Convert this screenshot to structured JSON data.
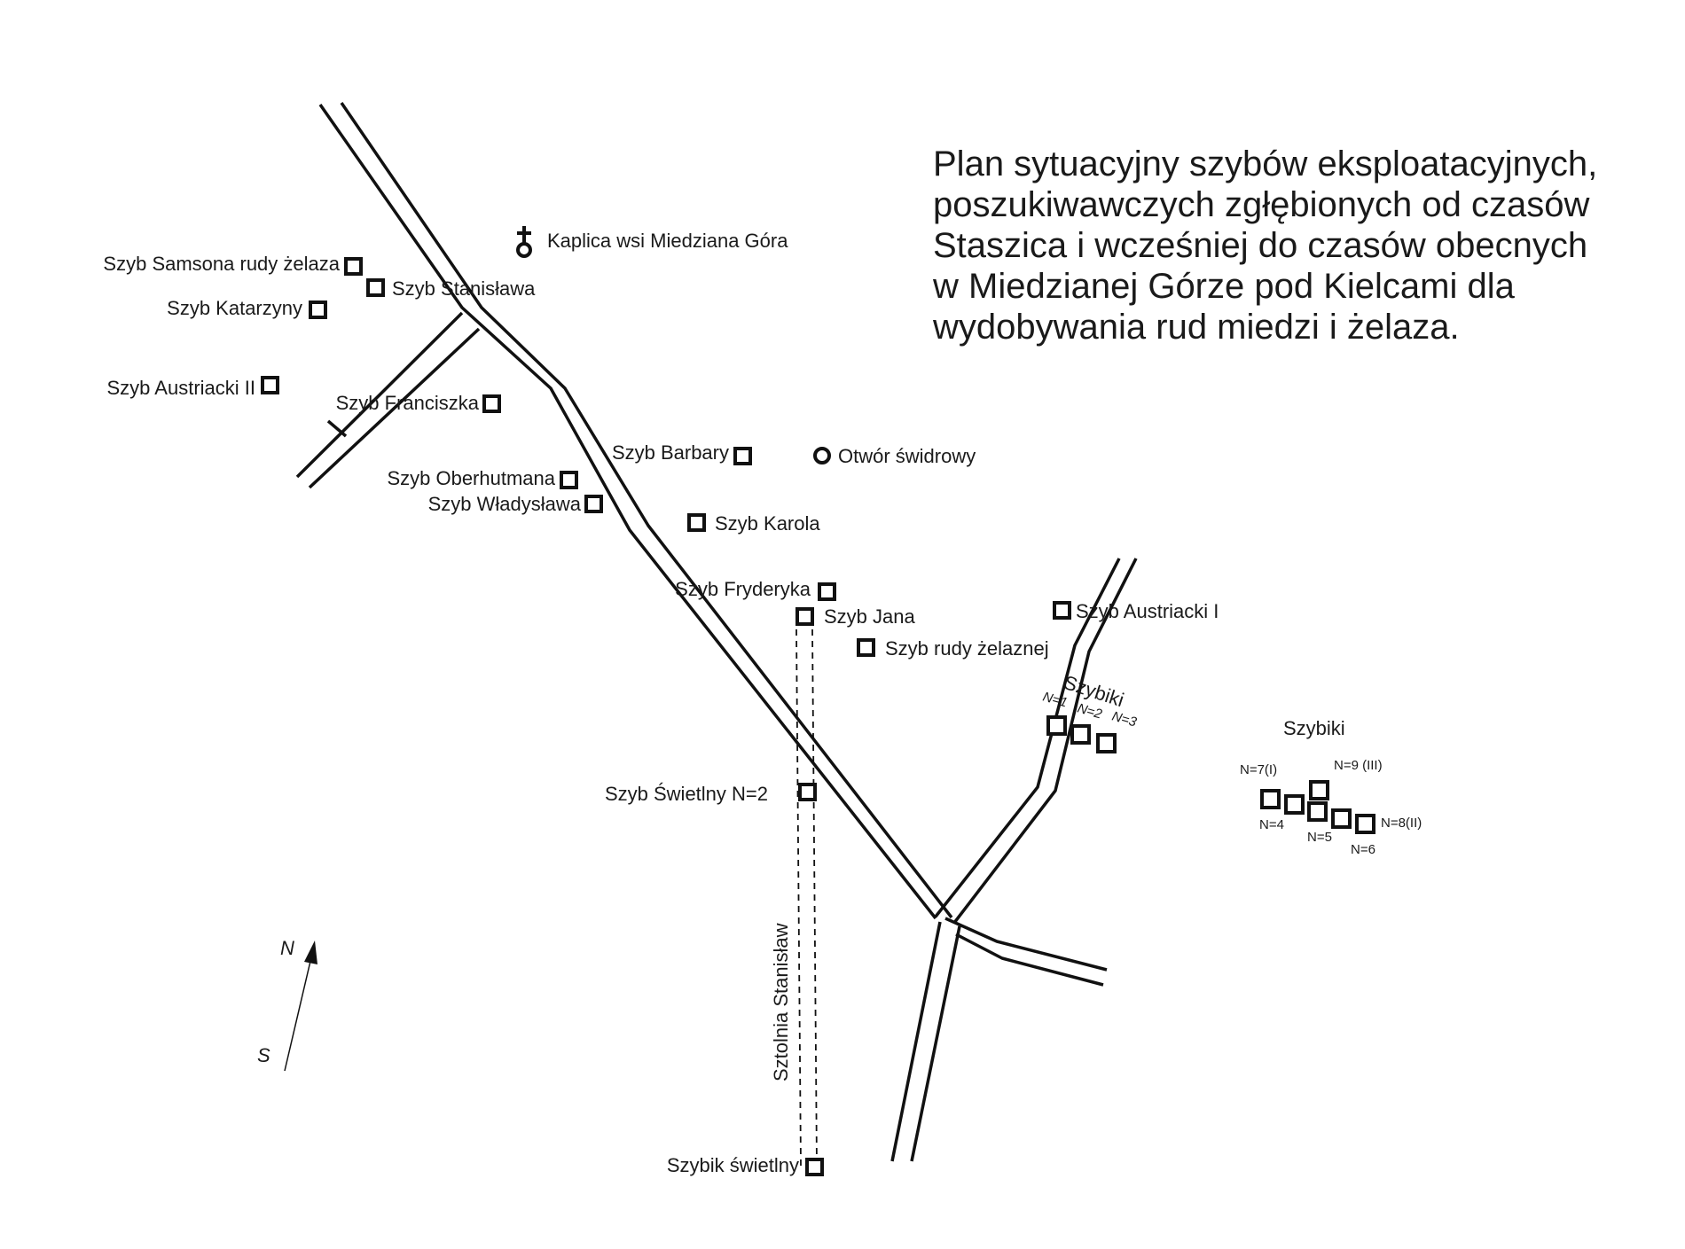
{
  "title": {
    "lines": [
      "Plan sytuacyjny szybów eksploatacyjnych,",
      "poszukiwawczych zgłębionych od czasów",
      "Staszica i wcześniej  do czasów obecnych",
      "w Miedzianej Górze pod Kielcami dla",
      "wydobywania rud miedzi i żelaza."
    ]
  },
  "chapel": {
    "label": "Kaplica wsi Miedziana Góra",
    "icon": "chapel-cross-icon"
  },
  "borehole": {
    "label": "Otwór świdrowy",
    "icon": "borehole-circle-icon"
  },
  "shafts": {
    "samsona": "Szyb Samsona rudy żelaza",
    "stanislawa": "Szyb Stanisława",
    "katarzyny": "Szyb Katarzyny",
    "austriacki_2": "Szyb Austriacki II",
    "franciszka": "Szyb Franciszka",
    "barbary": "Szyb Barbary",
    "oberhutmana": "Szyb Oberhutmana",
    "wladyslawa": "Szyb Władysława",
    "karola": "Szyb Karola",
    "fryderyka": "Szyb Fryderyka",
    "jana": "Szyb Jana",
    "rudy_zelaznej": "Szyb rudy żelaznej",
    "austriacki_1": "Szyb Austriacki I",
    "swietlny": "Szyb Świetlny N=2",
    "szybik_swietlny": "Szybik świetlny"
  },
  "adit_label": "Sztolnia Stanisław",
  "szybiki_1": {
    "label": "Szybiki",
    "items": [
      "N=1",
      "N=2",
      "N=3"
    ]
  },
  "szybiki_2": {
    "label": "Szybiki",
    "items": [
      "N=7(I)",
      "N=9 (III)",
      "N=4",
      "N=5",
      "N=6",
      "N=8(II)"
    ]
  },
  "compass": {
    "north": "N",
    "south": "S",
    "icon": "north-arrow-icon"
  },
  "colors": {
    "ink": "#111111",
    "background": "#ffffff"
  }
}
